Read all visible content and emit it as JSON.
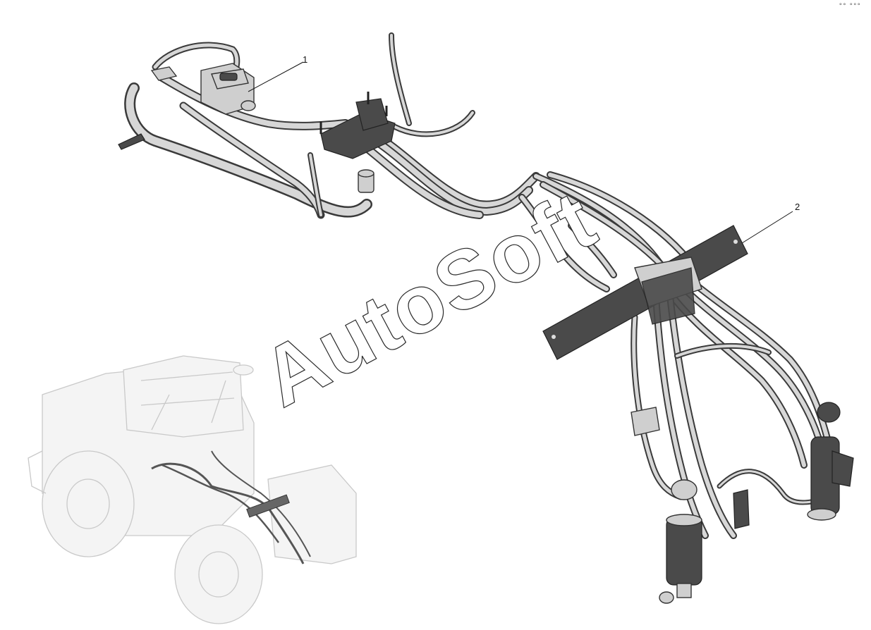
{
  "callouts": {
    "one": "1",
    "two": "2"
  },
  "watermark": "AutoSoft",
  "corner_mark": "°° °°°",
  "colors": {
    "line": "#333333",
    "hose_fill": "#d7d7d7",
    "ghost": "#c9c9c9"
  }
}
